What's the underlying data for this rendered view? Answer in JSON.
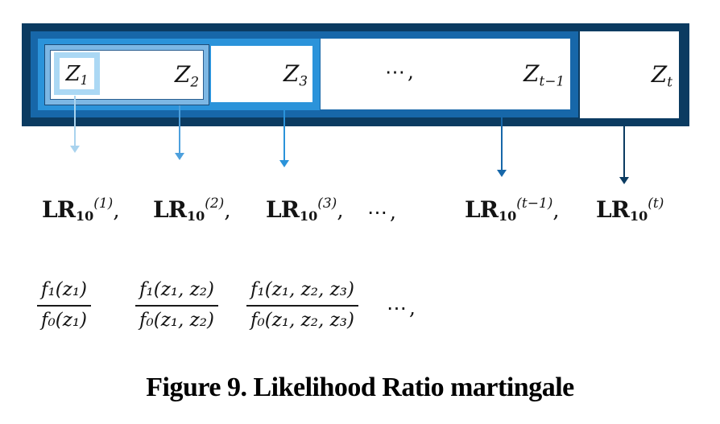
{
  "figure": {
    "caption": "Figure 9. Likelihood Ratio martingale"
  },
  "colors": {
    "outer_box_navy": "#0b3b61",
    "mid_box_blue": "#1767a9",
    "bright_box_blue": "#2b93da",
    "z12_band_light_blue": "#7db7e4",
    "z1_highlight_blue": "#abd8f4",
    "arrow_1": "#a9d3ee",
    "arrow_2": "#4da0dd",
    "arrow_3": "#2b93da",
    "arrow_4": "#1767a9",
    "arrow_5": "#0b3b61"
  },
  "sequence_boxes": {
    "z1": {
      "main": "Z",
      "sub": "1"
    },
    "z2": {
      "main": "Z",
      "sub": "2"
    },
    "z3": {
      "main": "Z",
      "sub": "3"
    },
    "ellipsis": "⋯,",
    "zt_minus_1": {
      "main": "Z",
      "sub": "t−1"
    },
    "zt": {
      "main": "Z",
      "sub": "t"
    }
  },
  "lr_row": {
    "items": [
      {
        "base": "LR",
        "sub": "10",
        "sup": "(1)",
        "comma": ","
      },
      {
        "base": "LR",
        "sub": "10",
        "sup": "(2)",
        "comma": ","
      },
      {
        "base": "LR",
        "sub": "10",
        "sup": "(3)",
        "comma": ","
      },
      {
        "base": "LR",
        "sub": "10",
        "sup": "(t−1)",
        "comma": ","
      },
      {
        "base": "LR",
        "sub": "10",
        "sup": "(t)",
        "comma": ""
      }
    ],
    "ellipsis": "⋯,"
  },
  "fraction_row": {
    "items": [
      {
        "numerator": "f₁(z₁)",
        "denominator": "f₀(z₁)"
      },
      {
        "numerator": "f₁(z₁, z₂)",
        "denominator": "f₀(z₁, z₂)"
      },
      {
        "numerator": "f₁(z₁, z₂, z₃)",
        "denominator": "f₀(z₁, z₂, z₃)"
      }
    ],
    "ellipsis": "⋯,"
  }
}
